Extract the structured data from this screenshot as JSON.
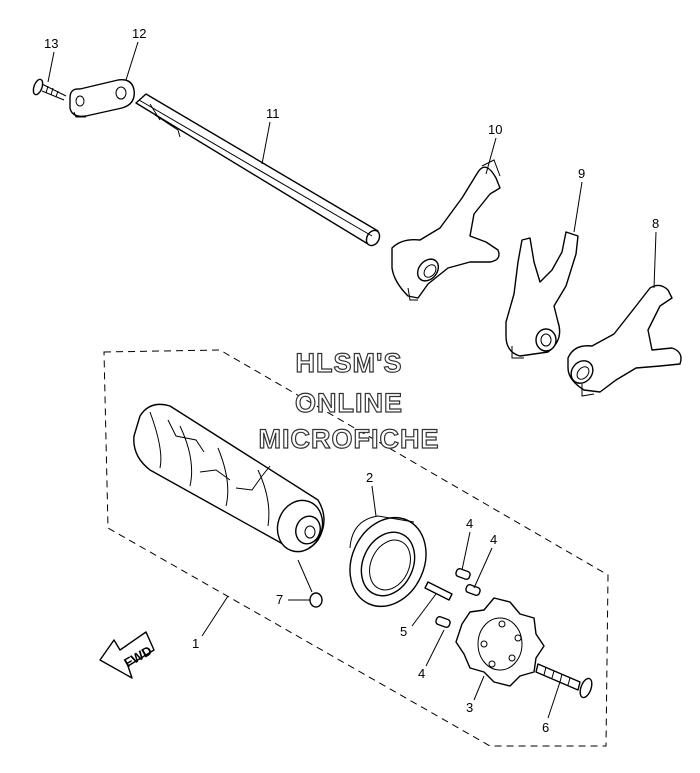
{
  "watermark": {
    "line1": "HLSM'S",
    "line2": "ONLINE",
    "line3": "MICROFICHE"
  },
  "callouts": {
    "p1": "1",
    "p2": "2",
    "p3": "3",
    "p4a": "4",
    "p4b": "4",
    "p4c": "4",
    "p5": "5",
    "p6": "6",
    "p7": "7",
    "p8": "8",
    "p9": "9",
    "p10": "10",
    "p11": "11",
    "p12": "12",
    "p13": "13"
  },
  "fwd_label": "FWD",
  "colors": {
    "line": "#000000",
    "background": "#ffffff",
    "watermark_outline": "#333333"
  }
}
